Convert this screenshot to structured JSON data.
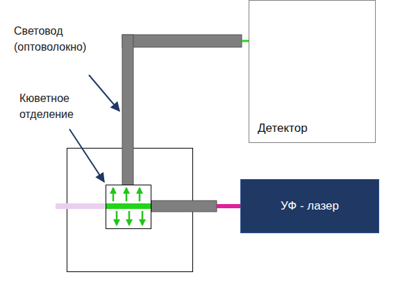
{
  "diagram": {
    "nodes": [
      {
        "text": [
          "Детектор"
        ]
      },
      {
        "text": [
          "УФ - лазер"
        ]
      }
    ],
    "labels": [
      "Световод (оптоволокно)",
      "Кюветное отделение"
    ]
  }
}
